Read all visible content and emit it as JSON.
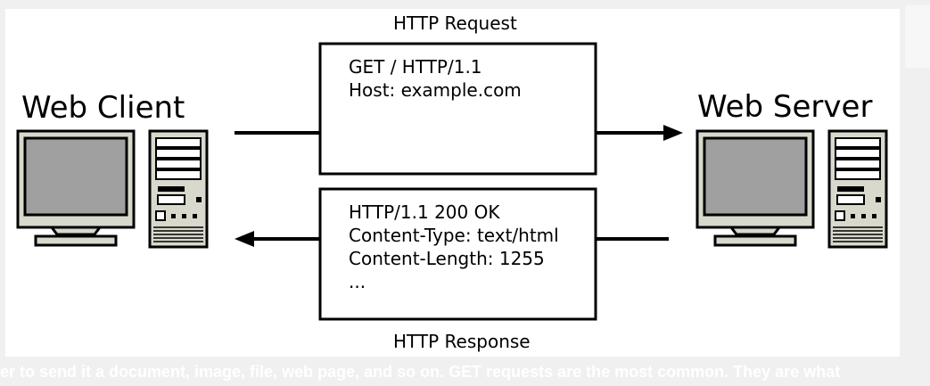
{
  "diagram": {
    "client_label": "Web Client",
    "server_label": "Web Server",
    "request_caption": "HTTP Request",
    "response_caption": "HTTP Response",
    "request_lines": [
      "GET / HTTP/1.1",
      "Host: example.com"
    ],
    "response_lines": [
      "HTTP/1.1 200 OK",
      "Content-Type: text/html",
      "Content-Length: 1255",
      "..."
    ]
  },
  "page": {
    "footer_fragment": "er to send it a document, image, file, web page, and so on. GET requests are the most common. They are what"
  },
  "colors": {
    "page_bg": "#f0f0f0",
    "monitor_bezel": "#d8d8cc",
    "monitor_screen": "#a0a0a0",
    "stroke": "#000000"
  }
}
